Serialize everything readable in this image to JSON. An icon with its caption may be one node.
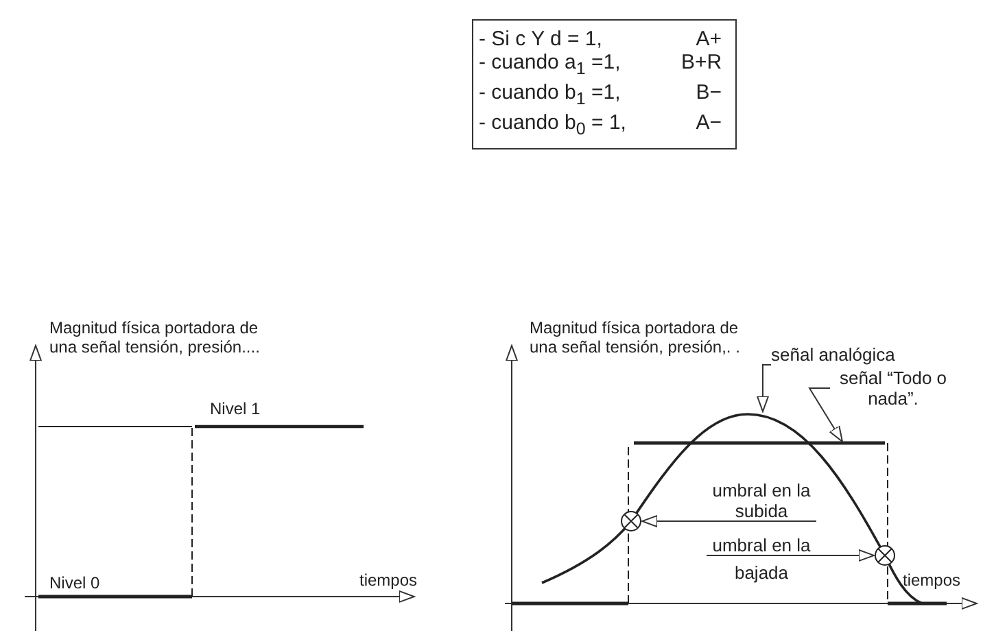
{
  "diagram": {
    "nodes": [
      {
        "text": [
          "- Si c Y d = 1,",
          "A+",
          "- cuando a$_{1}$ =1,",
          "B+R",
          "- cuando b$_{1}$ =1,",
          "B−",
          "- cuando b$_{0}$ = 1,",
          "A−"
        ]
      },
      {
        "text": [
          "señal analógica"
        ]
      },
      {
        "text": [
          "señal “Todo o nada”."
        ]
      },
      {
        "text": [
          "umbral en la subida"
        ]
      },
      {
        "text": [
          "umbral en la bajada"
        ]
      },
      {
        "text": [],
        "shape": "circle"
      },
      {
        "text": [],
        "shape": "circle"
      }
    ],
    "edges": [
      {
        "from": 1,
        "to": null,
        "arrow": "to"
      },
      {
        "from": 2,
        "to": null,
        "arrow": "to"
      },
      {
        "from": 3,
        "to": 5,
        "arrow": "to"
      },
      {
        "from": 4,
        "to": 6,
        "arrow": "to"
      }
    ],
    "labels": [
      "Magnitud física portadora de una señal tensión, presión....",
      "Nivel 1",
      "Nivel 0",
      "tiempos",
      "Magnitud física portadora de una señal tensión, presión,. .",
      "tiempos"
    ]
  }
}
